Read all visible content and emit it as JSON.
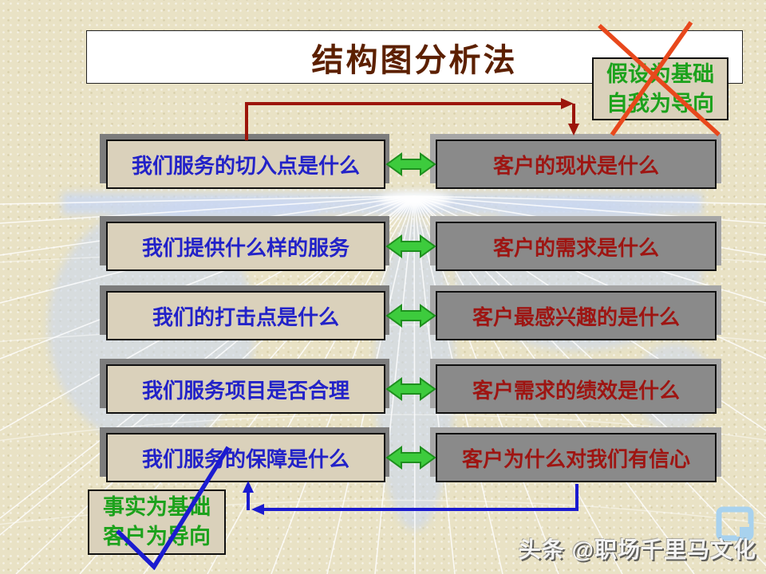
{
  "slide_title": "结构图分析法",
  "rows": [
    {
      "left": "我们服务的切入点是什么",
      "right": "客户的现状是什么"
    },
    {
      "left": "我们提供什么样的服务",
      "right": "客户的需求是什么"
    },
    {
      "left": "我们的打击点是什么",
      "right": "客户最感兴趣的是什么"
    },
    {
      "left": "我们服务项目是否合理",
      "right": "客户需求的绩效是什么"
    },
    {
      "left": "我们服务的保障是什么",
      "right": "客户为什么对我们有信心"
    }
  ],
  "assumption_box": {
    "line1": "假设为基础",
    "line2": "自我为导向"
  },
  "fact_box": {
    "line1": "事实为基础",
    "line2": "客户为导向"
  },
  "watermark": {
    "text": "头条 @职场千里马文化"
  },
  "colors": {
    "page_background": "#E9E2C5",
    "left_box_fill": "#DAD1BB",
    "right_box_fill": "#8A8A8A",
    "left_box_text": "#2222C8",
    "right_box_text": "#9E1512",
    "green_text": "#1CA21C",
    "title_text": "#5C2000",
    "cross_out": "#E8481C",
    "top_feedback_arrow": "#9C150A",
    "bottom_feedback_arrow": "#1B1BD0",
    "double_arrow_green": "#3DCB3D",
    "logo_blue": "#A8D2EE"
  }
}
